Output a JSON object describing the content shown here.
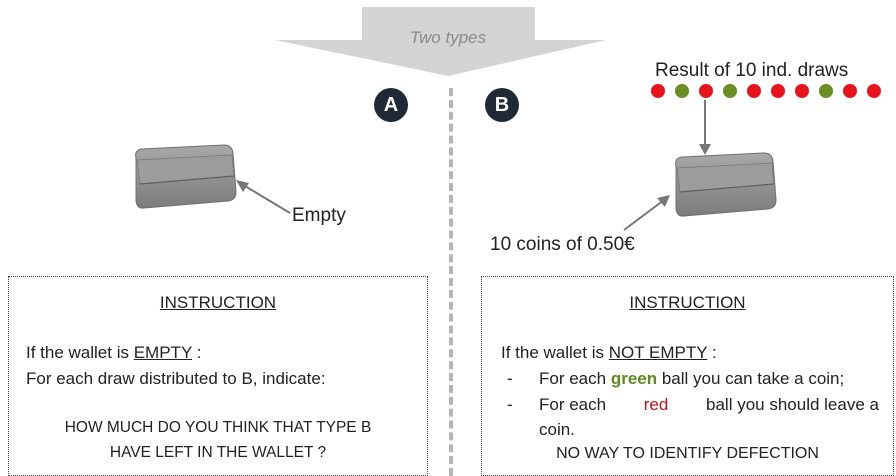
{
  "banner": {
    "text": "Two types"
  },
  "type_a": {
    "badge": "A",
    "wallet_label": "Empty",
    "instruction": {
      "title": "INSTRUCTION",
      "line1_prefix": "If the wallet is ",
      "line1_emph": "EMPTY",
      "line1_suffix": " :",
      "line2": "For each draw distributed to B, indicate:",
      "question_line1": "HOW MUCH DO YOU THINK THAT TYPE B",
      "question_line2": "HAVE LEFT IN THE WALLET ?"
    }
  },
  "type_b": {
    "badge": "B",
    "draws_label": "Result of 10 ind. draws",
    "draws": [
      "red",
      "green",
      "red",
      "green",
      "red",
      "red",
      "red",
      "green",
      "red",
      "red"
    ],
    "coins_label": "10 coins of 0.50€",
    "instruction": {
      "title": "INSTRUCTION",
      "line1_prefix": "If the wallet is ",
      "line1_emph": "NOT EMPTY",
      "line1_suffix": " :",
      "bullet1_prefix": "For each ",
      "bullet1_color": "green",
      "bullet1_suffix": " ball you can take a coin;",
      "bullet2_prefix": "For each ",
      "bullet2_color": "red",
      "bullet2_suffix": " ball you should leave a",
      "bullet2_cont": "coin.",
      "bullet_marker": "-",
      "footer": "NO WAY TO IDENTIFY DEFECTION"
    }
  },
  "colors": {
    "green_ball": "#6b8e23",
    "red_ball": "#e8131b",
    "badge": "#1f2a36",
    "banner": "#d4d4d4"
  }
}
